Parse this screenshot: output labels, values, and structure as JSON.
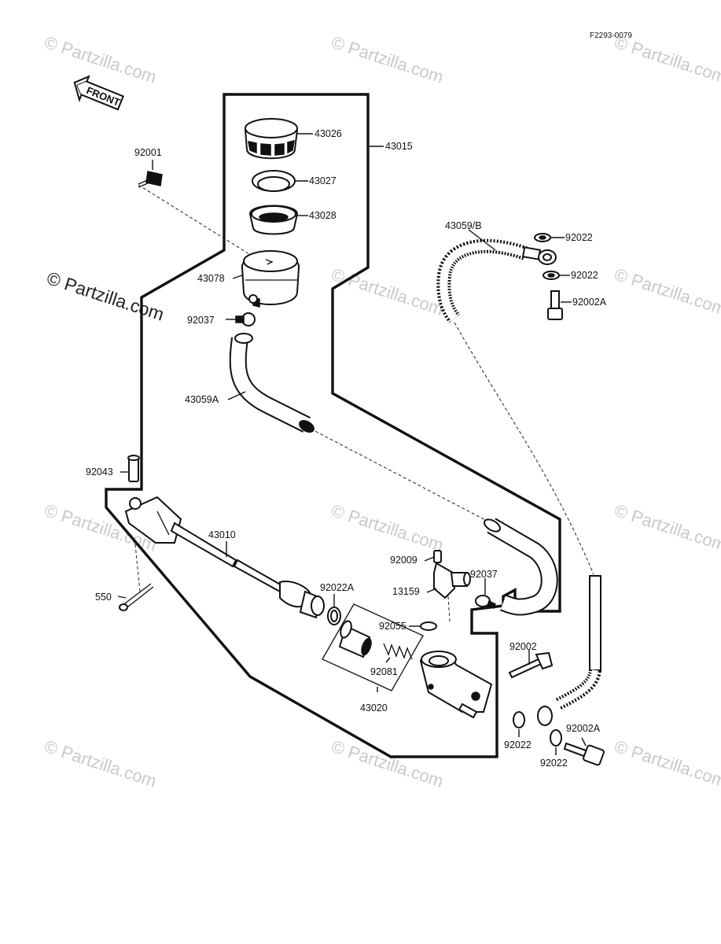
{
  "diagram_code": "F2293-0079",
  "front_label": "FRONT",
  "watermark_text": "© Partzilla.com",
  "watermark_logo_text": "© Partzilla.com",
  "parts": {
    "p43026": "43026",
    "p43015": "43015",
    "p43027": "43027",
    "p43028": "43028",
    "p92001": "92001",
    "p43078": "43078",
    "p92037a": "92037",
    "p43059a": "43059A",
    "p43059b": "43059/B",
    "p92022a": "92022",
    "p92022b": "92022",
    "p92002a1": "92002A",
    "p92043": "92043",
    "p43010": "43010",
    "p92009": "92009",
    "p92037b": "92037",
    "p13159": "13159",
    "p550": "550",
    "p92022A": "92022A",
    "p92055": "92055",
    "p92002": "92002",
    "p92081": "92081",
    "p43020": "43020",
    "p92022c": "92022",
    "p92002a2": "92002A",
    "p92022d": "92022"
  },
  "colors": {
    "ink": "#111111",
    "watermark": "#c9c9c9",
    "background": "#ffffff"
  }
}
